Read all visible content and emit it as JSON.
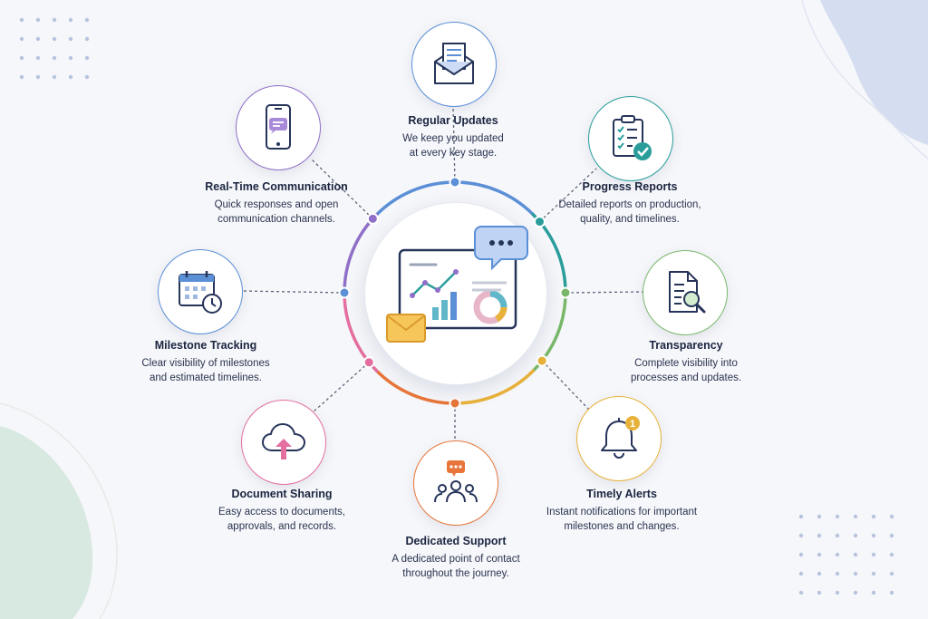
{
  "colors": {
    "blue": "#5b8fd6",
    "teal": "#2a9d9b",
    "green": "#79b86b",
    "yellow": "#e8b23a",
    "orange": "#e8763a",
    "pink": "#e46ea0",
    "purple": "#8f6fc7",
    "navy": "#26345a"
  },
  "features": [
    {
      "id": "regular-updates",
      "title": "Regular Updates",
      "description": [
        "We keep you updated",
        "at every key stage."
      ],
      "icon": "envelope-document-icon",
      "color": "#5b8fd6"
    },
    {
      "id": "progress-reports",
      "title": "Progress Reports",
      "description": [
        "Detailed reports on production,",
        "quality, and timelines."
      ],
      "icon": "checklist-clipboard-icon",
      "color": "#2a9d9b"
    },
    {
      "id": "transparency",
      "title": "Transparency",
      "description": [
        "Complete visibility into",
        "processes and updates."
      ],
      "icon": "document-magnifier-icon",
      "color": "#79b86b"
    },
    {
      "id": "timely-alerts",
      "title": "Timely Alerts",
      "description": [
        "Instant notifications for important",
        "milestones and changes."
      ],
      "icon": "bell-notification-icon",
      "color": "#e8b23a",
      "badge": "1"
    },
    {
      "id": "dedicated-support",
      "title": "Dedicated Support",
      "description": [
        "A dedicated point of contact",
        "throughout the journey."
      ],
      "icon": "support-team-icon",
      "color": "#e8763a"
    },
    {
      "id": "document-sharing",
      "title": "Document Sharing",
      "description": [
        "Easy access to documents,",
        "approvals, and records."
      ],
      "icon": "cloud-upload-icon",
      "color": "#e46ea0"
    },
    {
      "id": "milestone-tracking",
      "title": "Milestone Tracking",
      "description": [
        "Clear visibility of milestones",
        "and estimated timelines."
      ],
      "icon": "calendar-clock-icon",
      "color": "#5b8fd6"
    },
    {
      "id": "real-time-communication",
      "title": "Real-Time Communication",
      "description": [
        "Quick responses and open",
        "communication channels."
      ],
      "icon": "smartphone-chat-icon",
      "color": "#8f6fc7"
    }
  ],
  "hub": {
    "icon": "dashboard-chat-envelope-icon"
  }
}
